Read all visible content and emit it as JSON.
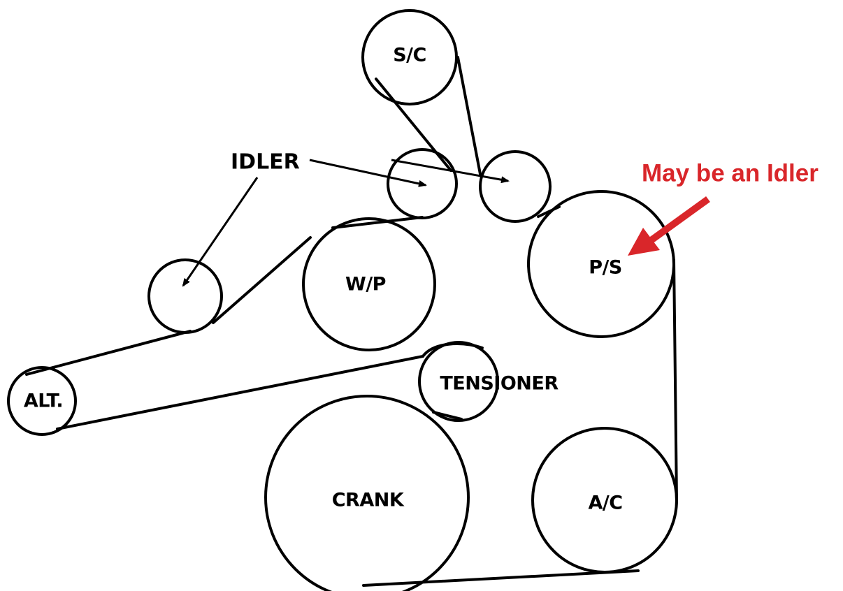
{
  "labels": {
    "sc": "S/C",
    "idler": "IDLER",
    "wp": "W/P",
    "ps": "P/S",
    "alt": "ALT.",
    "tensioner": "TENSIONER",
    "crank": "CRANK",
    "ac": "A/C"
  },
  "note": {
    "text": "May be an Idler",
    "color": "#d9262a"
  },
  "colors": {
    "line": "#000000",
    "background": "#ffffff"
  }
}
